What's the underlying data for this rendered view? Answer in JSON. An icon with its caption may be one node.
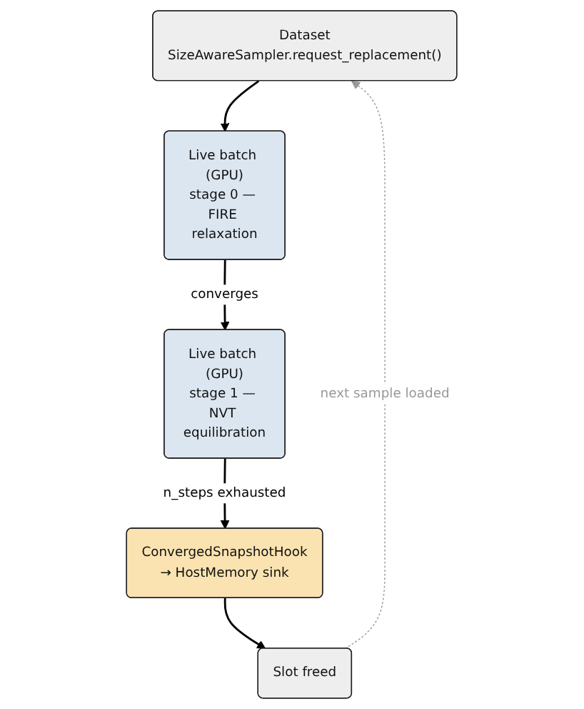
{
  "diagram": {
    "nodes": [
      {
        "text": [
          "Dataset",
          "SizeAwareSampler.request_replacement()"
        ]
      },
      {
        "text": [
          "Live batch (GPU)",
          "stage 0 — FIRE relaxation"
        ]
      },
      {
        "text": [
          "Live batch (GPU)",
          "stage 1 — NVT equilibration"
        ]
      },
      {
        "text": [
          "ConvergedSnapshotHook",
          "→ HostMemory sink"
        ]
      },
      {
        "text": [
          "Slot freed"
        ]
      }
    ],
    "edges": [
      {
        "from": 0,
        "to": 1,
        "arrow": "to"
      },
      {
        "from": 1,
        "to": 2,
        "arrow": "to",
        "label": "converges"
      },
      {
        "from": 2,
        "to": 3,
        "arrow": "to",
        "label": "n_steps exhausted"
      },
      {
        "from": 3,
        "to": 4,
        "arrow": "to"
      },
      {
        "from": 4,
        "to": 0,
        "arrow": "to",
        "label": "next sample loaded",
        "style": "dashed",
        "color": "#999999"
      }
    ]
  }
}
